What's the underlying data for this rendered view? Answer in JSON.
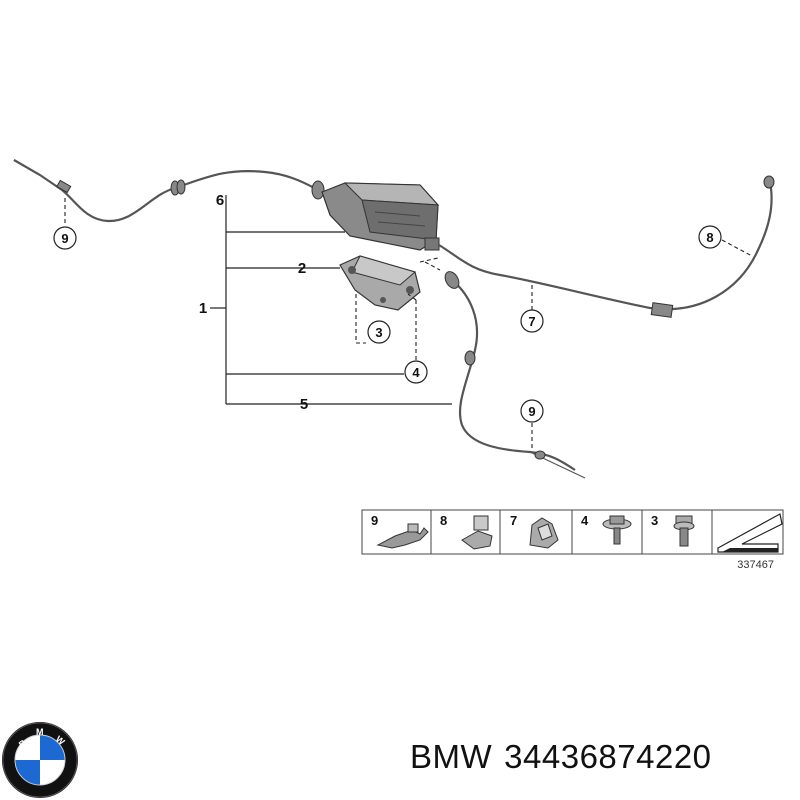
{
  "callouts": {
    "c9_left": "9",
    "c8": "8",
    "c7": "7",
    "c3": "3",
    "c4": "4",
    "c9_bottom": "9"
  },
  "bracket_labels": {
    "l1": "1",
    "l2": "2",
    "l5": "5",
    "l6": "6"
  },
  "legend": {
    "items": [
      "9",
      "8",
      "7",
      "4",
      "3"
    ],
    "reference_number": "337467"
  },
  "caption": {
    "brand": "BMW",
    "part_number": "34436874220"
  },
  "logo": {
    "letters": "BMW",
    "colors": {
      "blue": "#1c69d4",
      "white": "#ffffff",
      "ring": "#111111"
    }
  }
}
